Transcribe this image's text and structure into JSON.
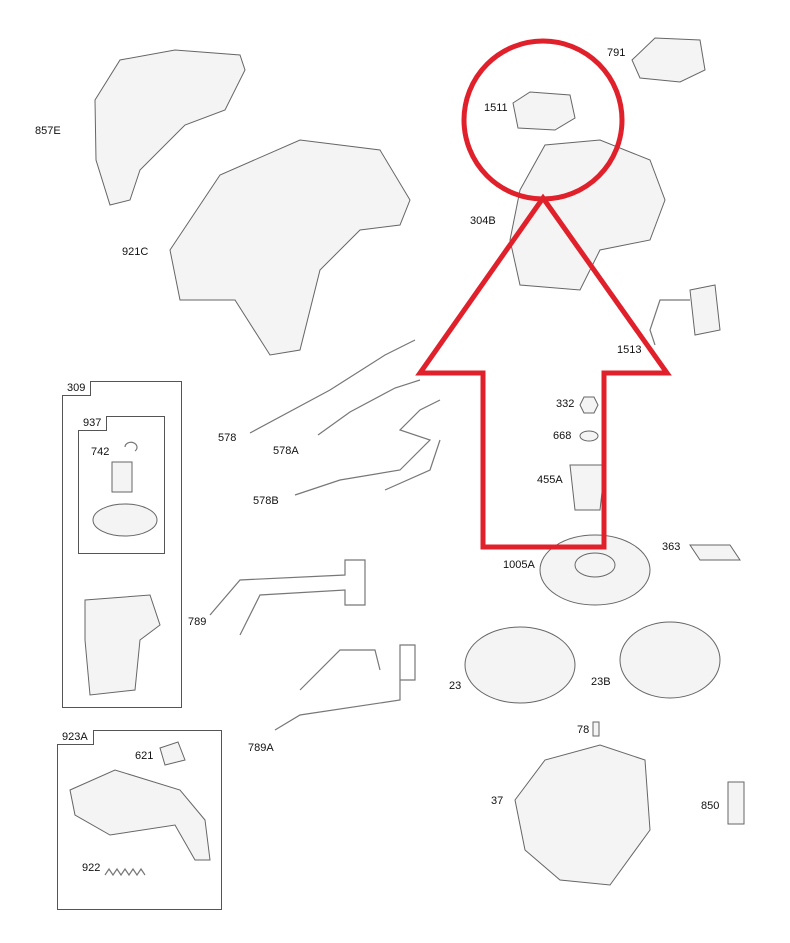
{
  "labels": {
    "p857E": "857E",
    "p921C": "921C",
    "p1511": "1511",
    "p791": "791",
    "p304B": "304B",
    "p1513": "1513",
    "p332": "332",
    "p668": "668",
    "p455A": "455A",
    "p363": "363",
    "p1005A": "1005A",
    "p578": "578",
    "p578A": "578A",
    "p578B": "578B",
    "p309": "309",
    "p937": "937",
    "p742": "742",
    "p789": "789",
    "p789A": "789A",
    "p23": "23",
    "p23B": "23B",
    "p78": "78",
    "p37": "37",
    "p850": "850",
    "p923A": "923A",
    "p621": "621",
    "p922": "922"
  },
  "highlight": {
    "color": "#e0202a",
    "target_part": "1511"
  }
}
